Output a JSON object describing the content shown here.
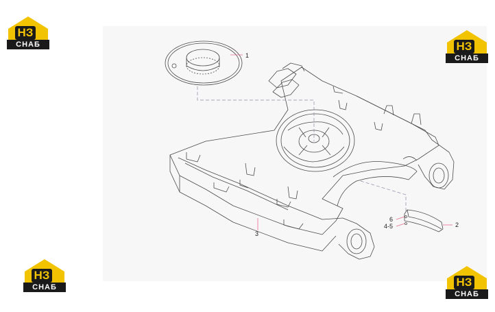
{
  "logo": {
    "mark_text": "НЗ",
    "brand_text": "СНАБ",
    "colors": {
      "roof": "#f2c300",
      "dark": "#1a1a1a"
    }
  },
  "callouts": [
    "1",
    "2",
    "3",
    "4-5",
    "6"
  ],
  "colors": {
    "line": "#4a4a4a",
    "leader": "#8a8aa8",
    "leader_accent": "#e36c8a",
    "panel": "#f7f7f7"
  }
}
